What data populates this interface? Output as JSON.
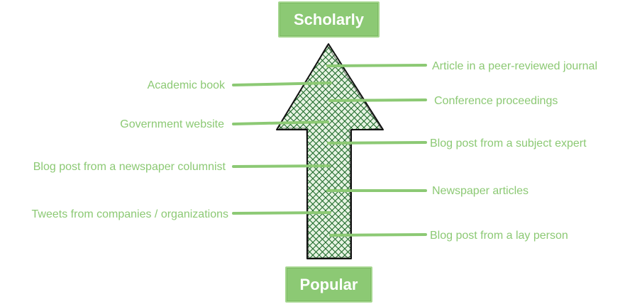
{
  "diagram": {
    "top_endpoint": "Scholarly",
    "bottom_endpoint": "Popular",
    "left_labels": [
      "Academic book",
      "Government website",
      "Blog post from a newspaper columnist",
      "Tweets from companies / organizations"
    ],
    "right_labels": [
      "Article in a peer-reviewed journal",
      "Conference proceedings",
      "Blog post from a subject expert",
      "Newspaper articles",
      "Blog post from a lay person"
    ]
  },
  "colors": {
    "accent": "#8cc974",
    "arrow_fill": "#ddeedd",
    "hatch": "#2a6a2a",
    "outline": "#111111"
  }
}
